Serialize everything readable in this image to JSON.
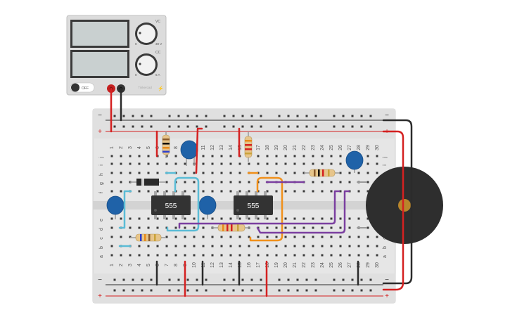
{
  "power_supply": {
    "voltage_readout": "",
    "current_readout": "",
    "voltage_knob_label": "VC",
    "current_knob_label": "CC",
    "voltage_range_min": "0",
    "voltage_range_max": "30 V",
    "current_range_min": "0",
    "current_range_max": "5 A",
    "switch_label": "OFF",
    "brand_label": "Tinkercad"
  },
  "breadboard": {
    "rail_minus": "−",
    "rail_plus": "+",
    "row_labels_top": [
      "j",
      "i",
      "h",
      "g",
      "f"
    ],
    "row_labels_bottom": [
      "e",
      "d",
      "c",
      "b",
      "a"
    ],
    "column_numbers": [
      "1",
      "2",
      "3",
      "4",
      "5",
      "6",
      "7",
      "8",
      "9",
      "10",
      "11",
      "12",
      "13",
      "14",
      "15",
      "16",
      "17",
      "18",
      "19",
      "20",
      "21",
      "22",
      "23",
      "24",
      "25",
      "26",
      "27",
      "28",
      "29",
      "30"
    ]
  },
  "ic1": {
    "label": "555"
  },
  "ic2": {
    "label": "555"
  },
  "colors": {
    "wire_red": "#d42121",
    "wire_black": "#2b2b2b",
    "wire_cyan": "#5bbcd6",
    "wire_orange": "#f0901b",
    "wire_purple": "#7b3fa0",
    "capacitor_blue": "#1f62a8",
    "buzzer_body": "#2e2e2e",
    "buzzer_center": "#b8862b",
    "breadboard": "#e6e6e6",
    "psu_body": "#dcdcdc",
    "psu_display": "#c9d0d0"
  }
}
